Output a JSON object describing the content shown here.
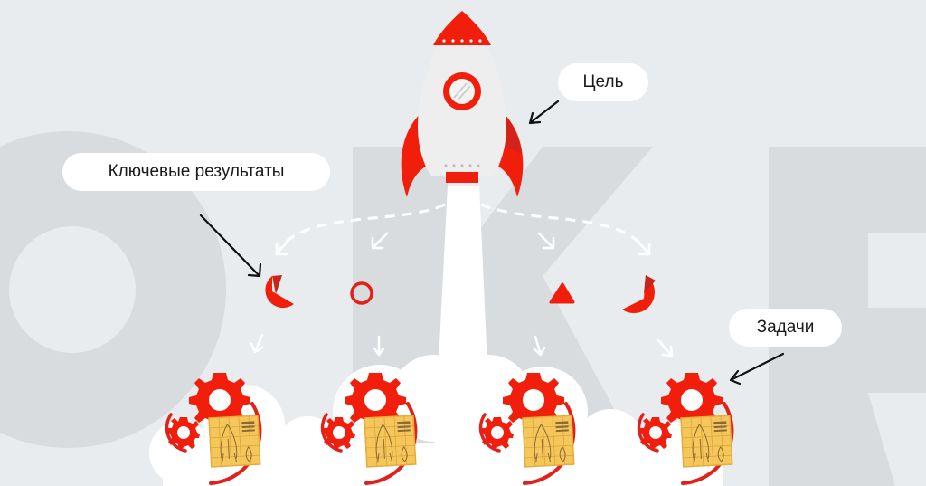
{
  "labels": {
    "goal": "Цель",
    "key_results": "Ключевые результаты",
    "tasks": "Задачи"
  },
  "background_letters": "OKR",
  "colors": {
    "background": "#e8ecee",
    "letter_fill": "#d9dcde",
    "accent_red": "#f01e0a",
    "dark_red": "#c9241a",
    "rocket_body": "#eeeeee",
    "blueprint_yellow": "#f5c65a",
    "smoke": "#ffffff",
    "arrow": "#111111"
  },
  "key_result_shapes": [
    "pie-chart",
    "ring",
    "triangle",
    "pie-chart"
  ],
  "task_groups": 4
}
